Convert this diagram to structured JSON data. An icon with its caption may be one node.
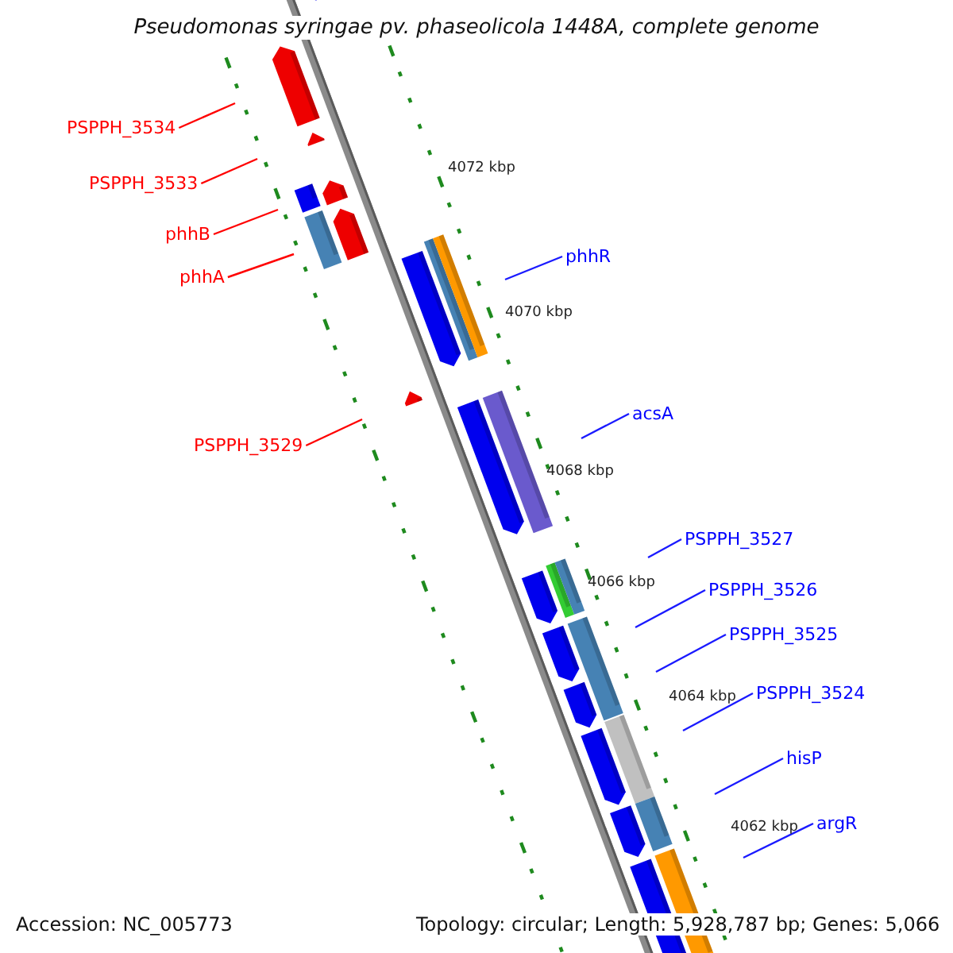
{
  "diagram": {
    "title": "Pseudomonas syringae pv. phaseolicola 1448A, complete genome",
    "nodes": [
      {
        "text": [
          "PSPPH_3534"
        ]
      },
      {
        "text": [
          "PSPPH_3533"
        ]
      },
      {
        "text": [
          "phhB"
        ]
      },
      {
        "text": [
          "phhA"
        ]
      },
      {
        "text": [
          "PSPPH_3529"
        ]
      },
      {
        "text": [
          "phhR"
        ]
      },
      {
        "text": [
          "acsA"
        ]
      },
      {
        "text": [
          "PSPPH_3527"
        ]
      },
      {
        "text": [
          "PSPPH_3526"
        ]
      },
      {
        "text": [
          "PSPPH_3525"
        ]
      },
      {
        "text": [
          "PSPPH_3524"
        ]
      },
      {
        "text": [
          "hisP"
        ]
      },
      {
        "text": [
          "argR"
        ]
      }
    ],
    "edges": [
      {
        "from": 0,
        "to": null,
        "arrow": "none",
        "color": "#ff0000"
      },
      {
        "from": 1,
        "to": null,
        "arrow": "none",
        "color": "#ff0000"
      },
      {
        "from": 2,
        "to": null,
        "arrow": "none",
        "color": "#ff0000"
      },
      {
        "from": 3,
        "to": null,
        "arrow": "none",
        "color": "#ff0000"
      },
      {
        "from": 4,
        "to": null,
        "arrow": "none",
        "color": "#ff0000"
      },
      {
        "from": 5,
        "to": null,
        "arrow": "none"
      },
      {
        "from": 6,
        "to": null,
        "arrow": "none"
      },
      {
        "from": 7,
        "to": null,
        "arrow": "none"
      },
      {
        "from": 8,
        "to": null,
        "arrow": "none"
      },
      {
        "from": 9,
        "to": null,
        "arrow": "none"
      },
      {
        "from": 10,
        "to": null,
        "arrow": "none"
      },
      {
        "from": 11,
        "to": null,
        "arrow": "none"
      },
      {
        "from": 12,
        "to": null,
        "arrow": "none"
      }
    ],
    "labels": [
      "4072 kbp",
      "4070 kbp",
      "4068 kbp",
      "4066 kbp",
      "4064 kbp",
      "4062 kbp",
      "Accession: NC_005773",
      "Topology: circular; Length: 5,928,787 bp; Genes: 5,066"
    ]
  }
}
